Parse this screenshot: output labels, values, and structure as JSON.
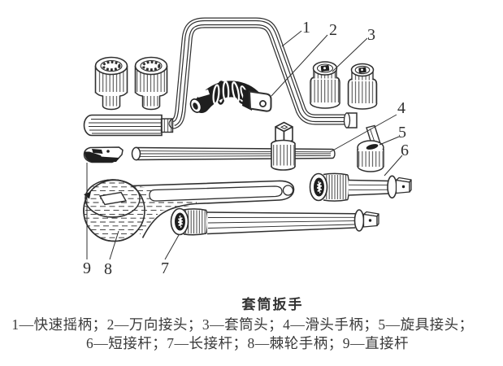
{
  "figure": {
    "background": "#ffffff",
    "line_color": "#2f2f2f",
    "title": "套筒扳手",
    "caption_line1": "1—快速摇柄；2—万向接头；3—套筒头；4—滑头手柄；5—旋具接头；",
    "caption_line2": "6—短接杆；7—长接杆；8—棘轮手柄；9—直接杆",
    "callouts": [
      "1",
      "2",
      "3",
      "4",
      "5",
      "6",
      "7",
      "8",
      "9"
    ],
    "parts": [
      {
        "num": "1",
        "name": "快速摇柄"
      },
      {
        "num": "2",
        "name": "万向接头"
      },
      {
        "num": "3",
        "name": "套筒头"
      },
      {
        "num": "4",
        "name": "滑头手柄"
      },
      {
        "num": "5",
        "name": "旋具接头"
      },
      {
        "num": "6",
        "name": "短接杆"
      },
      {
        "num": "7",
        "name": "长接杆"
      },
      {
        "num": "8",
        "name": "棘轮手柄"
      },
      {
        "num": "9",
        "name": "直接杆"
      }
    ]
  }
}
